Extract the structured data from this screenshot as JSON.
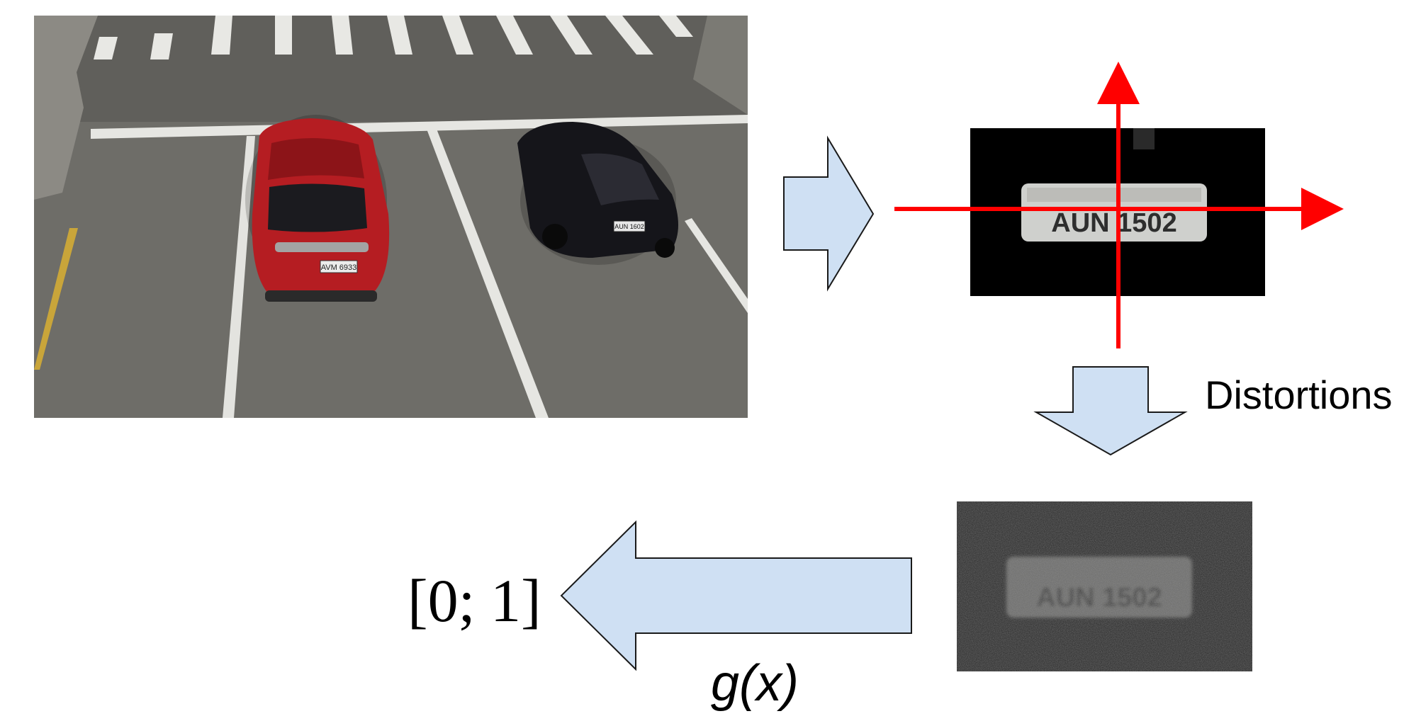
{
  "labels": {
    "distortions": "Distortions",
    "output_range": "[0; 1]",
    "function": "g(x)"
  },
  "plates": {
    "red_car": "AVM 6933",
    "black_car": "AUN 1602",
    "crop": "AUN 1502"
  },
  "colors": {
    "arrow_fill": "#cfe0f3",
    "axis_red": "#ff0000",
    "asphalt": "#6c6b66",
    "red_car": "#b51d22",
    "black_car": "#15151a"
  }
}
